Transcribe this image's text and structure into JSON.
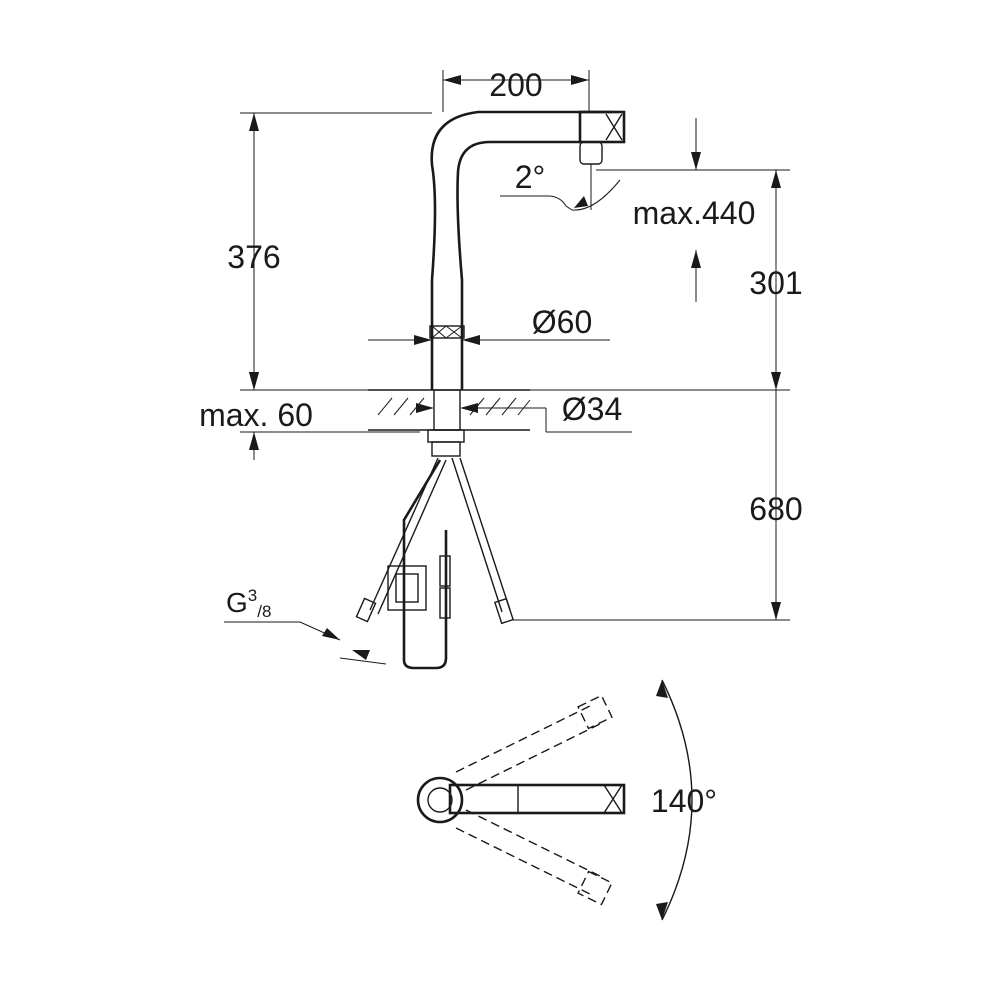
{
  "dimensions": {
    "spout_reach": "200",
    "total_height": "376",
    "swivel_angle": "2°",
    "pullout_length": "max.440",
    "spout_height": "301",
    "base_diameter": "Ø60",
    "hole_diameter": "Ø34",
    "countertop_thickness": "max. 60",
    "hose_length": "680",
    "connection_thread_main": "G",
    "connection_thread_sup": "3",
    "connection_thread_sub": "/8",
    "swivel_range": "140°"
  },
  "colors": {
    "line": "#1a1a1a",
    "background": "#ffffff"
  }
}
